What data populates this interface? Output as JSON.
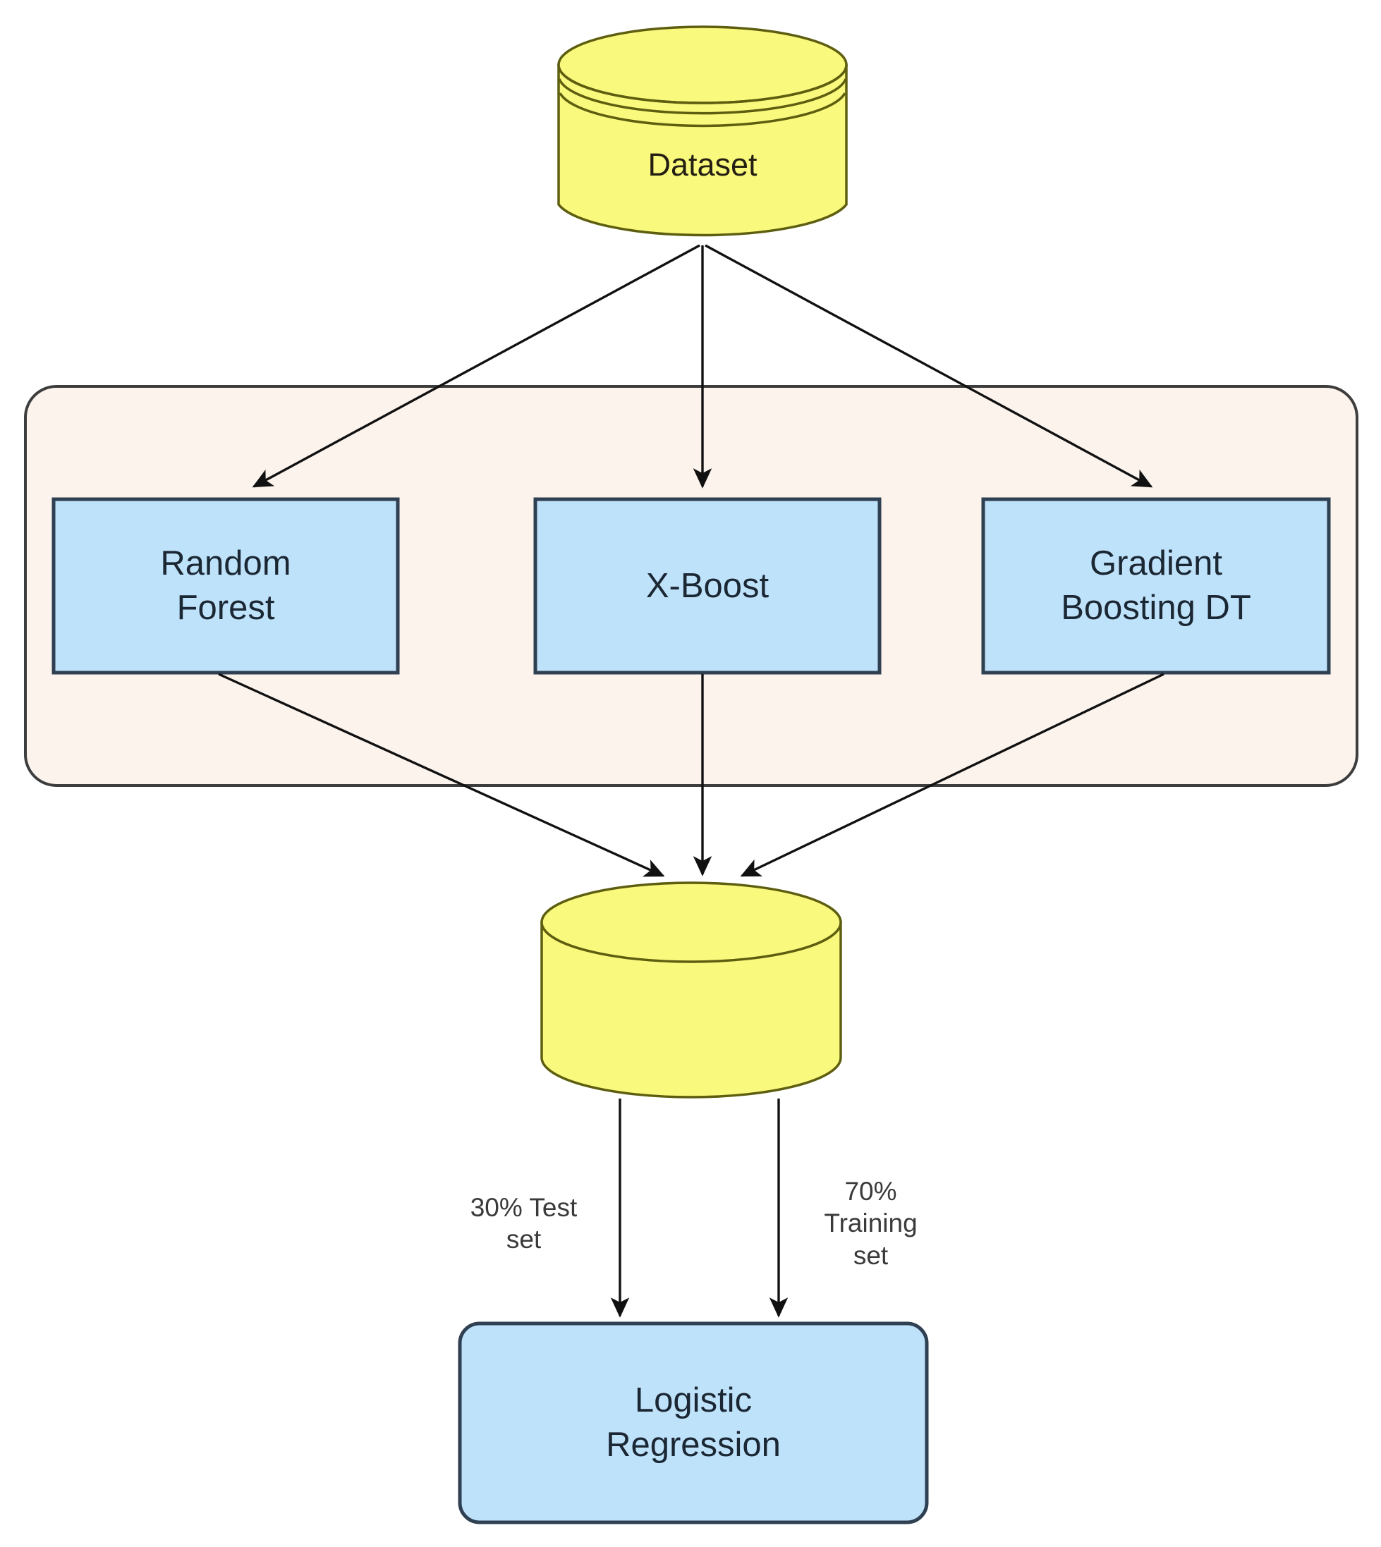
{
  "diagram": {
    "title": "Machine learning ensemble pipeline flowchart",
    "colors": {
      "cylinder_fill": "#f9f97e",
      "cylinder_stroke": "#6b6b12",
      "box_fill": "#bfe2fb",
      "box_stroke": "#2f4052",
      "group_fill": "#fcf3ed",
      "group_stroke": "#3d3d3d",
      "arrow": "#111111",
      "background": "#ffffff",
      "text": "#1b2733"
    },
    "nodes": {
      "dataset": {
        "label": "Dataset",
        "shape": "database-cylinder"
      },
      "random_forest": {
        "label": "Random\nForest",
        "shape": "rectangle"
      },
      "xboost": {
        "label": "X-Boost",
        "shape": "rectangle"
      },
      "gradient_boosting": {
        "label": "Gradient\nBoosting DT",
        "shape": "rectangle"
      },
      "combined_store": {
        "label": "",
        "shape": "cylinder"
      },
      "logistic_regression": {
        "label": "Logistic\nRegression",
        "shape": "rounded-rectangle"
      },
      "model_group": {
        "label": "",
        "shape": "rounded-container"
      }
    },
    "edges": [
      {
        "from": "dataset",
        "to": "random_forest",
        "label": ""
      },
      {
        "from": "dataset",
        "to": "xboost",
        "label": ""
      },
      {
        "from": "dataset",
        "to": "gradient_boosting",
        "label": ""
      },
      {
        "from": "random_forest",
        "to": "combined_store",
        "label": ""
      },
      {
        "from": "xboost",
        "to": "combined_store",
        "label": ""
      },
      {
        "from": "gradient_boosting",
        "to": "combined_store",
        "label": ""
      },
      {
        "from": "combined_store",
        "to": "logistic_regression",
        "label": "30% Test\nset"
      },
      {
        "from": "combined_store",
        "to": "logistic_regression",
        "label": "70%\nTraining\nset"
      }
    ],
    "edge_labels": {
      "test_split": "30% Test\nset",
      "train_split": "70%\nTraining\nset"
    }
  }
}
